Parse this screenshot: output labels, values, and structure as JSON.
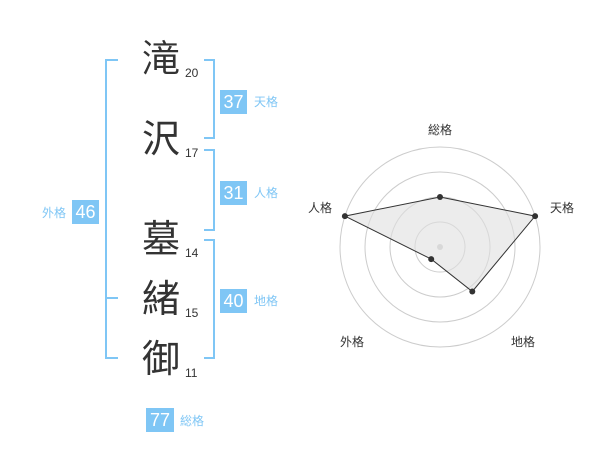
{
  "name_chars": [
    {
      "char": "滝",
      "strokes": "20"
    },
    {
      "char": "沢",
      "strokes": "17"
    },
    {
      "char": "墓",
      "strokes": "14"
    },
    {
      "char": "緒",
      "strokes": "15"
    },
    {
      "char": "御",
      "strokes": "11"
    }
  ],
  "kaku": {
    "tenkaku": {
      "value": "37",
      "label": "天格"
    },
    "jinkaku": {
      "value": "31",
      "label": "人格"
    },
    "chikaku": {
      "value": "40",
      "label": "地格"
    },
    "gaikaku": {
      "value": "46",
      "label": "外格"
    },
    "soukaku": {
      "value": "77",
      "label": "総格"
    }
  },
  "colors": {
    "accent": "#7fc6f5",
    "text": "#333333",
    "grid": "#cccccc",
    "fill": "#e0e0e0"
  },
  "chart_data": {
    "type": "radar",
    "axes": [
      "総格",
      "天格",
      "地格",
      "外格",
      "人格"
    ],
    "max": 5,
    "rings": 4,
    "values": [
      2.5,
      5,
      2.75,
      0.75,
      5
    ]
  }
}
